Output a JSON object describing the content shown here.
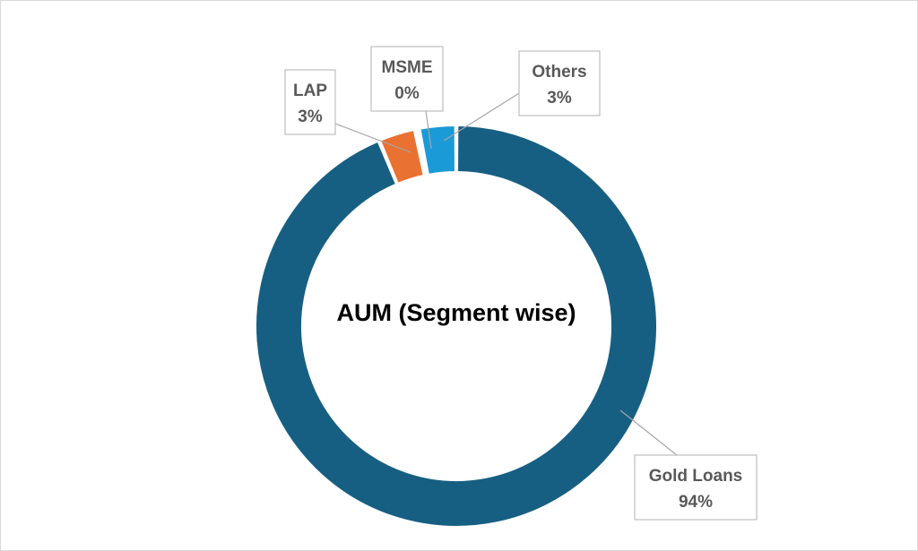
{
  "chart_data": {
    "type": "pie",
    "variant": "doughnut",
    "title": "AUM (Segment wise)",
    "categories": [
      "Gold Loans",
      "LAP",
      "MSME",
      "Others"
    ],
    "values": [
      94,
      3,
      0.3,
      3
    ],
    "data_labels": [
      [
        "Gold Loans",
        "94%"
      ],
      [
        "LAP",
        "3%"
      ],
      [
        "MSME",
        "0%"
      ],
      [
        "Others",
        "3%"
      ]
    ],
    "colors": [
      "#175f82",
      "#e97132",
      "#4a9fd0",
      "#1a9ad6"
    ],
    "legend": "none"
  }
}
